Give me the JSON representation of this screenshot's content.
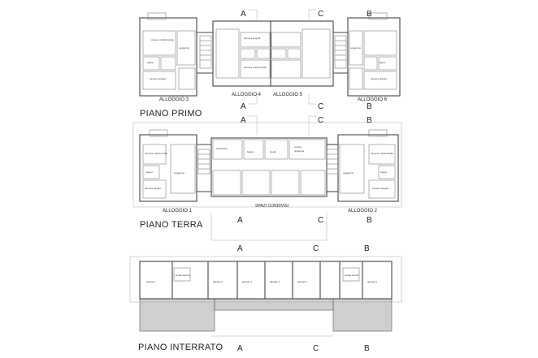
{
  "plans": {
    "first": {
      "title": "PIANO PRIMO",
      "units": [
        "ALLOGGIO 3",
        "ALLOGGIO 4",
        "ALLOGGIO 5",
        "ALLOGGIO 6"
      ]
    },
    "ground": {
      "title": "PIANO TERRA",
      "units": [
        "ALLOGGIO 1",
        "ALLOGGIO 2"
      ],
      "shared": "SPAZI CONDIVISI"
    },
    "basement": {
      "title": "PIANO INTERRATO"
    }
  },
  "section_marks": [
    "A",
    "C",
    "B"
  ],
  "rooms": {
    "first": [
      "camera matrimoniale",
      "bagno",
      "soggiorno",
      "camera doppia",
      "camera singola",
      "camera matrimoniale",
      "bagno",
      "soggiorno",
      "camera doppia"
    ],
    "ground": [
      "camera matrimoniale",
      "bagno",
      "soggiorno",
      "camera doppia",
      "lavanderia",
      "bagno",
      "studio",
      "cucina",
      "dispensa",
      "camera matrimoniale",
      "bagno",
      "soggiorno",
      "camera doppia"
    ],
    "basement": [
      "garage 1",
      "garage 2",
      "garage 3",
      "garage 4",
      "garage 5",
      "garage 6",
      "locale tecnico",
      "locale tecnico"
    ]
  },
  "colors": {
    "wall": "#444444",
    "ground_fill": "#cfcfcf",
    "text": "#222222"
  }
}
